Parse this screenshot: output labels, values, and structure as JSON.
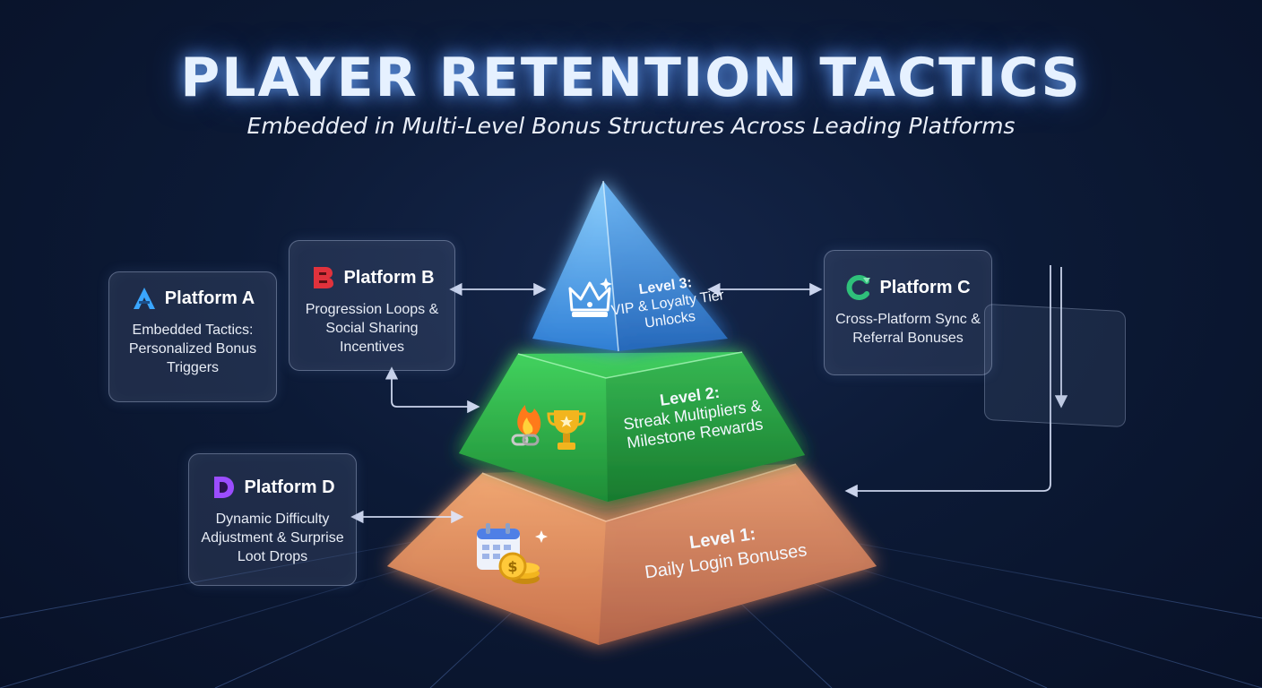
{
  "header": {
    "title": "PLAYER RETENTION TACTICS",
    "subtitle": "Embedded in Multi-Level Bonus Structures Across Leading Platforms"
  },
  "levels": [
    {
      "name": "Level 3:",
      "text": "VIP & Loyalty Tier Unlocks",
      "icon": "crown-icon",
      "color": "#3f8fe0"
    },
    {
      "name": "Level 2:",
      "text": "Streak Multipliers & Milestone Rewards",
      "icon": "flame-trophy-icon",
      "color": "#2fae4a"
    },
    {
      "name": "Level 1:",
      "text": "Daily Login Bonuses",
      "icon": "calendar-coins-icon",
      "color": "#e8975a"
    }
  ],
  "platforms": [
    {
      "label": "Platform A",
      "text": "Embedded Tactics: Personalized Bonus Triggers",
      "color": "#3aa6ff"
    },
    {
      "label": "Platform B",
      "text": "Progression Loops & Social Sharing Incentives",
      "color": "#e0323c"
    },
    {
      "label": "Platform C",
      "text": "Cross-Platform Sync & Referral Bonuses",
      "color": "#2fc07a"
    },
    {
      "label": "Platform D",
      "text": "Dynamic Difficulty Adjustment & Surprise Loot Drops",
      "color": "#9b4dff"
    }
  ]
}
